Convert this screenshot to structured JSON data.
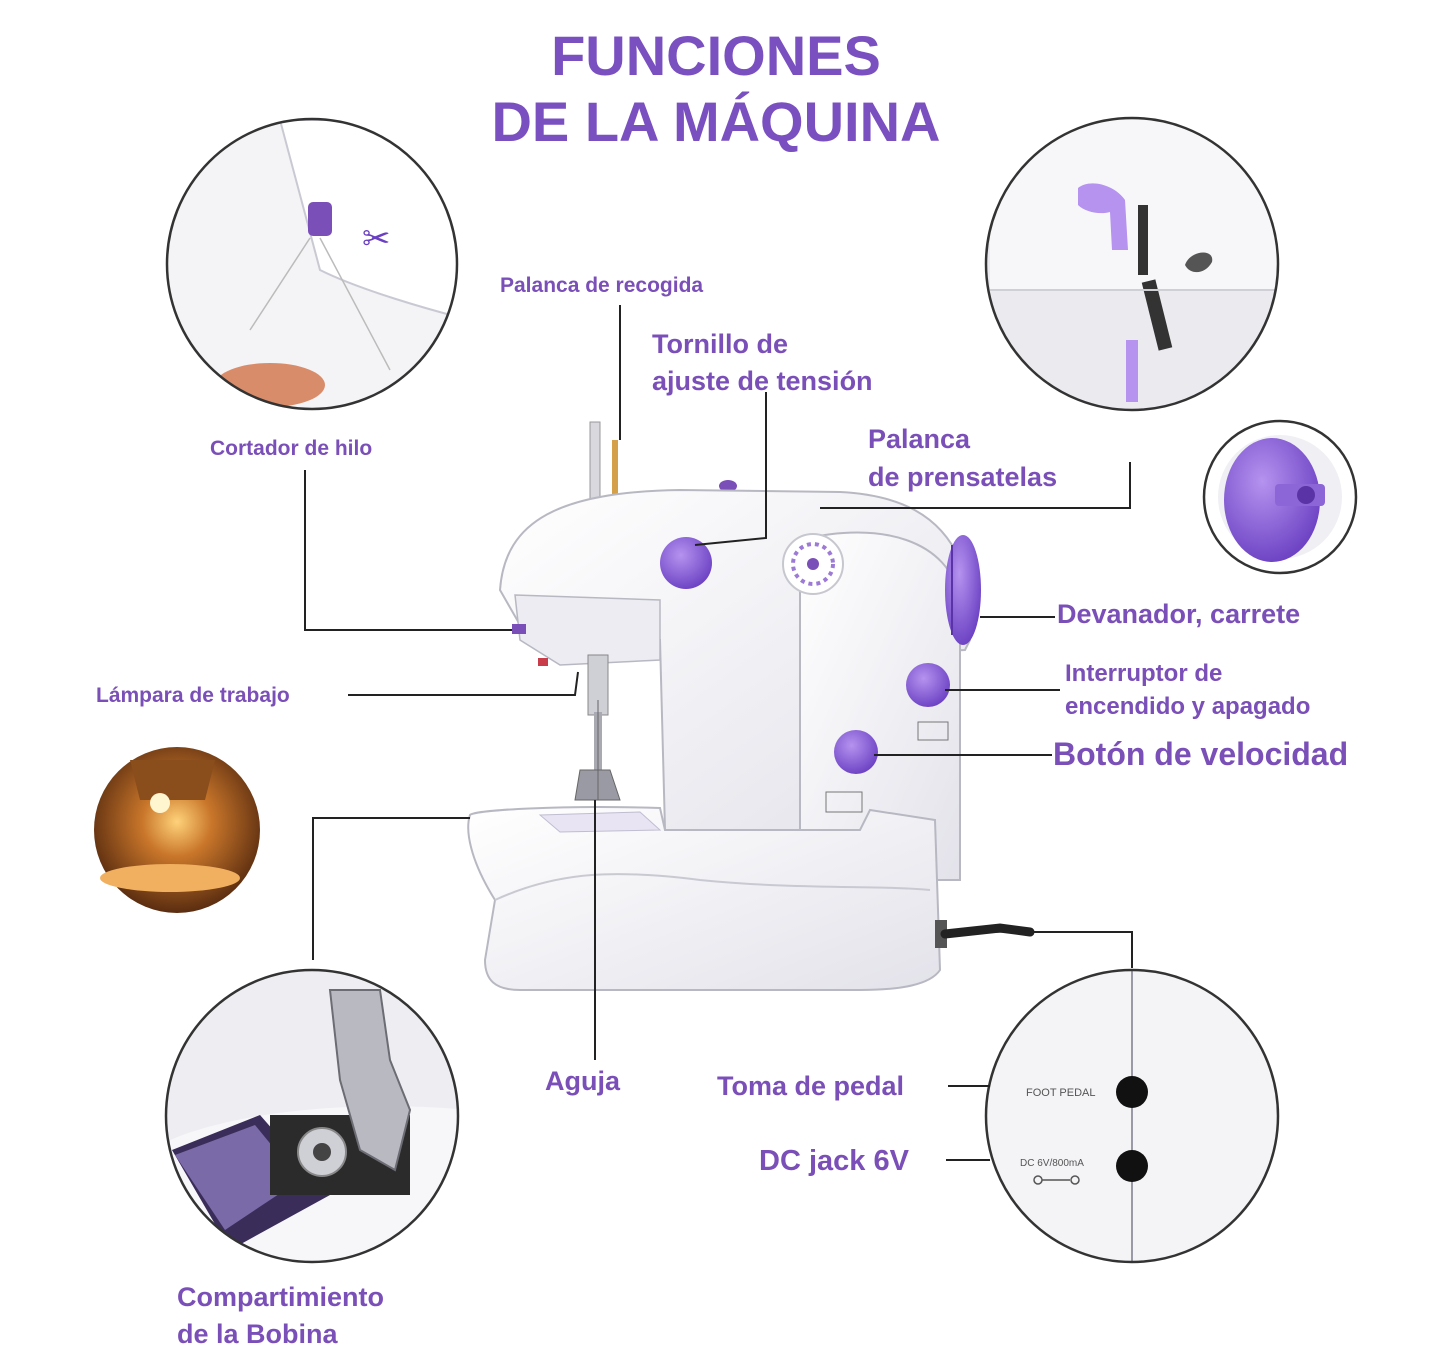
{
  "title": {
    "line1": "FUNCIONES",
    "line2": "DE LA MÁQUINA"
  },
  "labels": {
    "palanca_recogida": "Palanca de recogida",
    "tornillo_line1": "Tornillo de",
    "tornillo_line2": "ajuste de tensión",
    "palanca_prensatelas_line1": "Palanca",
    "palanca_prensatelas_line2": "de prensatelas",
    "cortador": "Cortador de hilo",
    "devanador": "Devanador, carrete",
    "interruptor_line1": "Interruptor de",
    "interruptor_line2": "encendido y apagado",
    "boton_velocidad": "Botón de velocidad",
    "lampara": "Lámpara de trabajo",
    "aguja": "Aguja",
    "toma_pedal": "Toma de pedal",
    "dc_jack": "DC jack 6V",
    "compartimiento_line1": "Compartimiento",
    "compartimiento_line2": "de la Bobina"
  },
  "photo_text": {
    "foot_pedal": "FOOT PEDAL",
    "dc_rating": "DC 6V/800mA"
  },
  "colors": {
    "accent_purple": "#7b4fb8",
    "machine_white": "#f2f2f6",
    "leader_line": "#222222"
  }
}
